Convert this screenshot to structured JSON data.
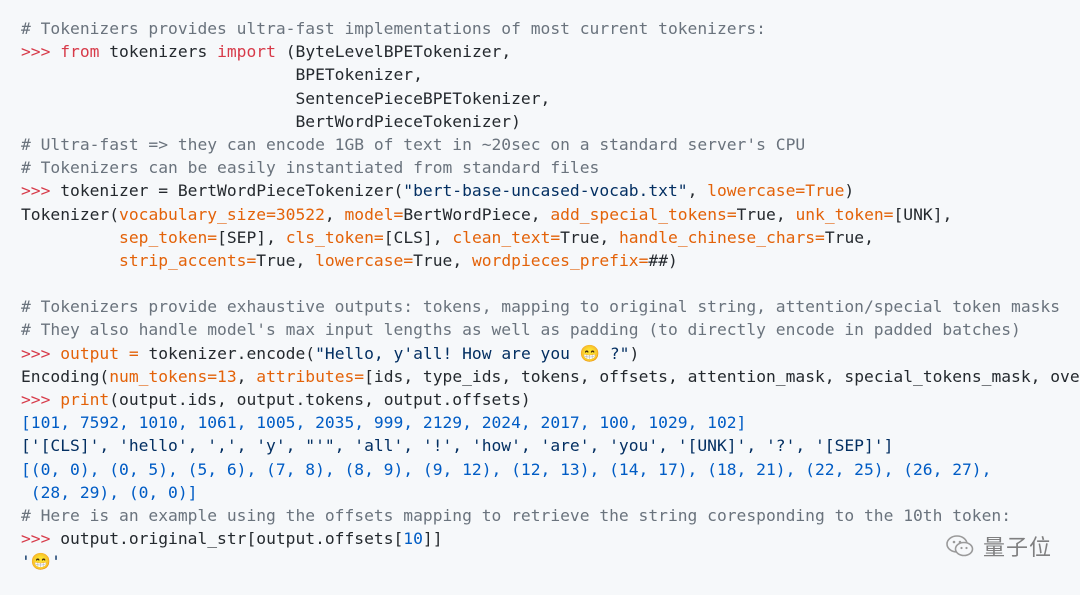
{
  "code_block": {
    "lines": [
      [
        {
          "t": "# Tokenizers provides ultra-fast implementations of most current tokenizers:",
          "c": "cm"
        }
      ],
      [
        {
          "t": ">>> ",
          "c": "pr"
        },
        {
          "t": "from",
          "c": "kw"
        },
        {
          "t": " tokenizers ",
          "c": "tx"
        },
        {
          "t": "import",
          "c": "kw"
        },
        {
          "t": " (ByteLevelBPETokenizer,",
          "c": "tx"
        }
      ],
      [
        {
          "t": "                            BPETokenizer,",
          "c": "tx"
        }
      ],
      [
        {
          "t": "                            SentencePieceBPETokenizer,",
          "c": "tx"
        }
      ],
      [
        {
          "t": "                            BertWordPieceTokenizer)",
          "c": "tx"
        }
      ],
      [
        {
          "t": "# Ultra-fast => they can encode 1GB of text in ~20sec on a standard server's CPU",
          "c": "cm"
        }
      ],
      [
        {
          "t": "# Tokenizers can be easily instantiated from standard files",
          "c": "cm"
        }
      ],
      [
        {
          "t": ">>> ",
          "c": "pr"
        },
        {
          "t": "tokenizer = BertWordPieceTokenizer(",
          "c": "tx"
        },
        {
          "t": "\"bert-base-uncased-vocab.txt\"",
          "c": "st"
        },
        {
          "t": ", ",
          "c": "tx"
        },
        {
          "t": "lowercase=True",
          "c": "pa"
        },
        {
          "t": ")",
          "c": "tx"
        }
      ],
      [
        {
          "t": "Tokenizer(",
          "c": "tx"
        },
        {
          "t": "vocabulary_size=30522",
          "c": "pa"
        },
        {
          "t": ", ",
          "c": "tx"
        },
        {
          "t": "model=",
          "c": "pa"
        },
        {
          "t": "BertWordPiece, ",
          "c": "tx"
        },
        {
          "t": "add_special_tokens=",
          "c": "pa"
        },
        {
          "t": "True, ",
          "c": "tx"
        },
        {
          "t": "unk_token=",
          "c": "pa"
        },
        {
          "t": "[UNK],",
          "c": "tx"
        }
      ],
      [
        {
          "t": "          ",
          "c": "tx"
        },
        {
          "t": "sep_token=",
          "c": "pa"
        },
        {
          "t": "[SEP], ",
          "c": "tx"
        },
        {
          "t": "cls_token=",
          "c": "pa"
        },
        {
          "t": "[CLS], ",
          "c": "tx"
        },
        {
          "t": "clean_text=",
          "c": "pa"
        },
        {
          "t": "True, ",
          "c": "tx"
        },
        {
          "t": "handle_chinese_chars=",
          "c": "pa"
        },
        {
          "t": "True,",
          "c": "tx"
        }
      ],
      [
        {
          "t": "          ",
          "c": "tx"
        },
        {
          "t": "strip_accents=",
          "c": "pa"
        },
        {
          "t": "True, ",
          "c": "tx"
        },
        {
          "t": "lowercase=",
          "c": "pa"
        },
        {
          "t": "True, ",
          "c": "tx"
        },
        {
          "t": "wordpieces_prefix=",
          "c": "pa"
        },
        {
          "t": "##)",
          "c": "tx"
        }
      ],
      [
        {
          "t": "",
          "c": "tx"
        }
      ],
      [
        {
          "t": "# Tokenizers provide exhaustive outputs: tokens, mapping to original string, attention/special token masks",
          "c": "cm"
        }
      ],
      [
        {
          "t": "# They also handle model's max input lengths as well as padding (to directly encode in padded batches)",
          "c": "cm"
        }
      ],
      [
        {
          "t": ">>> ",
          "c": "pr"
        },
        {
          "t": "output = ",
          "c": "pa"
        },
        {
          "t": "tokenizer.encode(",
          "c": "tx"
        },
        {
          "t": "\"Hello, y'all! How are you 😁 ?\"",
          "c": "st"
        },
        {
          "t": ")",
          "c": "tx"
        }
      ],
      [
        {
          "t": "Encoding(",
          "c": "tx"
        },
        {
          "t": "num_tokens=13",
          "c": "pa"
        },
        {
          "t": ", ",
          "c": "tx"
        },
        {
          "t": "attributes=",
          "c": "pa"
        },
        {
          "t": "[ids, type_ids, tokens, offsets, attention_mask, special_tokens_mask, overflowing])",
          "c": "tx"
        }
      ],
      [
        {
          "t": ">>> ",
          "c": "pr"
        },
        {
          "t": "print",
          "c": "pa"
        },
        {
          "t": "(output.ids, output.tokens, output.offsets)",
          "c": "tx"
        }
      ],
      [
        {
          "t": "[101, 7592, 1010, 1061, 1005, 2035, 999, 2129, 2024, 2017, 100, 1029, 102]",
          "c": "nm"
        }
      ],
      [
        {
          "t": "['[CLS]', 'hello', ',', 'y', \"'\", 'all', '!', 'how', 'are', 'you', '[UNK]', '?', '[SEP]']",
          "c": "st"
        }
      ],
      [
        {
          "t": "[(0, 0), (0, 5), (5, 6), (7, 8), (8, 9), (9, 12), (12, 13), (14, 17), (18, 21), (22, 25), (26, 27),",
          "c": "nm"
        }
      ],
      [
        {
          "t": " (28, 29), (0, 0)]",
          "c": "nm"
        }
      ],
      [
        {
          "t": "# Here is an example using the offsets mapping to retrieve the string coresponding to the 10th token:",
          "c": "cm"
        }
      ],
      [
        {
          "t": ">>> ",
          "c": "pr"
        },
        {
          "t": "output.original_str[output.offsets[",
          "c": "tx"
        },
        {
          "t": "10",
          "c": "nm"
        },
        {
          "t": "]]",
          "c": "tx"
        }
      ],
      [
        {
          "t": "'😁'",
          "c": "st"
        }
      ]
    ]
  },
  "watermark": {
    "text": "量子位",
    "icon": "wechat-icon"
  },
  "colors": {
    "background": "#f6f8fa",
    "comment": "#6a737d",
    "prompt_keyword": "#d73a49",
    "string": "#032f62",
    "number": "#005cc5",
    "parameter": "#e36209",
    "text": "#24292e"
  }
}
